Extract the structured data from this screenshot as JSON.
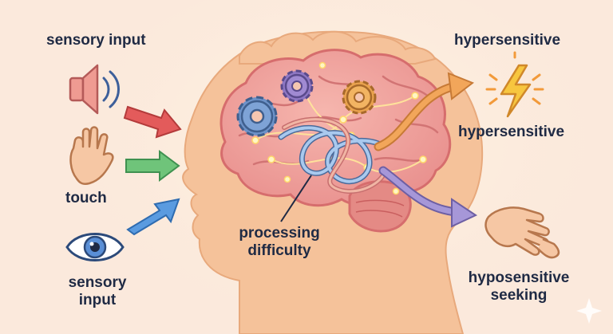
{
  "labels": {
    "sensory_input_top": "sensory input",
    "touch": "touch",
    "sensory_input_bottom_line1": "sensory",
    "sensory_input_bottom_line2": "input",
    "processing_line1": "processing",
    "processing_line2": "difficulty",
    "hypersensitive_top": "hypersensitive",
    "hypersensitive_mid": "hypersensitive",
    "hyposensitive_line1": "hyposensitive",
    "hyposensitive_line2": "seeking"
  },
  "icons": [
    "speaker-icon",
    "hand-icon",
    "eye-icon",
    "lightning-icon",
    "reaching-hand-icon",
    "gear-icon",
    "sparkle-icon"
  ],
  "colors": {
    "background": "#fbe9dc",
    "head": "#f5c29a",
    "brain": "#f0a0a0",
    "arrow_red": "#e35b5b",
    "arrow_green": "#6fc47a",
    "arrow_blue": "#5a9be0",
    "arrow_orange": "#f0a050",
    "arrow_purple": "#9a86cf",
    "text": "#1f2a44"
  }
}
